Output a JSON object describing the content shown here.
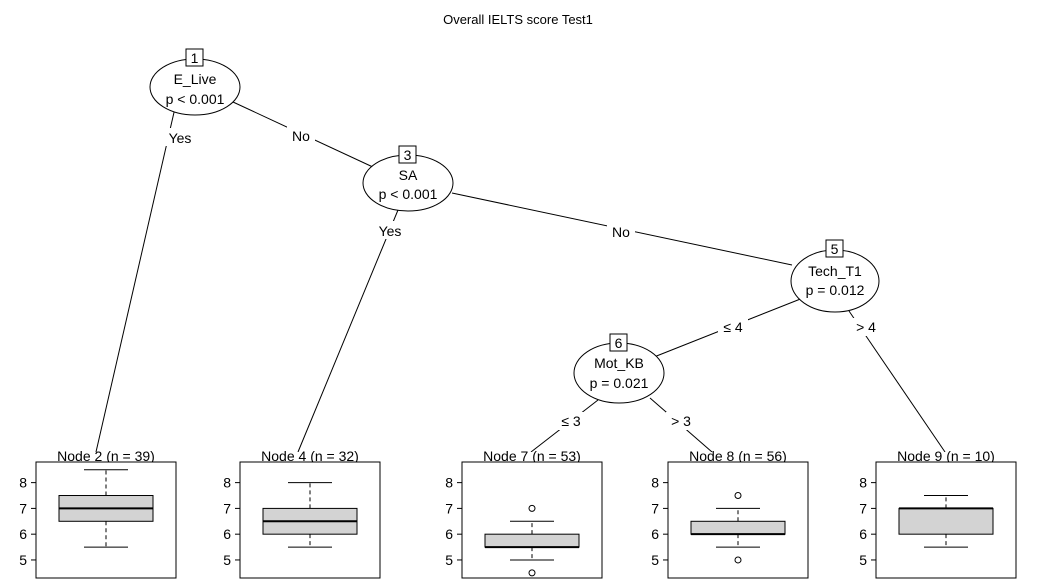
{
  "title": "Overall IELTS score Test1",
  "inner_nodes": [
    {
      "id": "1",
      "variable": "E_Live",
      "p": "p < 0.001"
    },
    {
      "id": "3",
      "variable": "SA",
      "p": "p < 0.001"
    },
    {
      "id": "5",
      "variable": "Tech_T1",
      "p": "p = 0.012"
    },
    {
      "id": "6",
      "variable": "Mot_KB",
      "p": "p = 0.021"
    }
  ],
  "edges": [
    {
      "from": "1",
      "to": "2",
      "label": "Yes"
    },
    {
      "from": "1",
      "to": "3",
      "label": "No"
    },
    {
      "from": "3",
      "to": "4",
      "label": "Yes"
    },
    {
      "from": "3",
      "to": "5",
      "label": "No"
    },
    {
      "from": "5",
      "to": "6",
      "label": "≤ 4"
    },
    {
      "from": "5",
      "to": "9",
      "label": "> 4"
    },
    {
      "from": "6",
      "to": "7",
      "label": "≤ 3"
    },
    {
      "from": "6",
      "to": "8",
      "label": "> 3"
    }
  ],
  "terminal_nodes": [
    {
      "id": "2",
      "header": "Node 2 (n = 39)",
      "box": {
        "whisker_low": 5.5,
        "q1": 6.5,
        "median": 7.0,
        "q3": 7.5,
        "whisker_high": 8.5
      },
      "outliers": []
    },
    {
      "id": "4",
      "header": "Node 4 (n = 32)",
      "box": {
        "whisker_low": 5.5,
        "q1": 6.0,
        "median": 6.5,
        "q3": 7.0,
        "whisker_high": 8.0
      },
      "outliers": []
    },
    {
      "id": "7",
      "header": "Node 7 (n = 53)",
      "box": {
        "whisker_low": 5.0,
        "q1": 5.5,
        "median": 5.5,
        "q3": 6.0,
        "whisker_high": 6.5
      },
      "outliers": [
        7.0,
        4.5
      ]
    },
    {
      "id": "8",
      "header": "Node 8 (n = 56)",
      "box": {
        "whisker_low": 5.5,
        "q1": 6.0,
        "median": 6.0,
        "q3": 6.5,
        "whisker_high": 7.0
      },
      "outliers": [
        7.5,
        5.0
      ]
    },
    {
      "id": "9",
      "header": "Node 9 (n = 10)",
      "box": {
        "whisker_low": 5.5,
        "q1": 6.0,
        "median": 7.0,
        "q3": 7.0,
        "whisker_high": 7.5
      },
      "outliers": []
    }
  ],
  "y_axis": {
    "ticks": [
      "5",
      "6",
      "7",
      "8"
    ],
    "range": [
      4.3,
      8.8
    ]
  }
}
